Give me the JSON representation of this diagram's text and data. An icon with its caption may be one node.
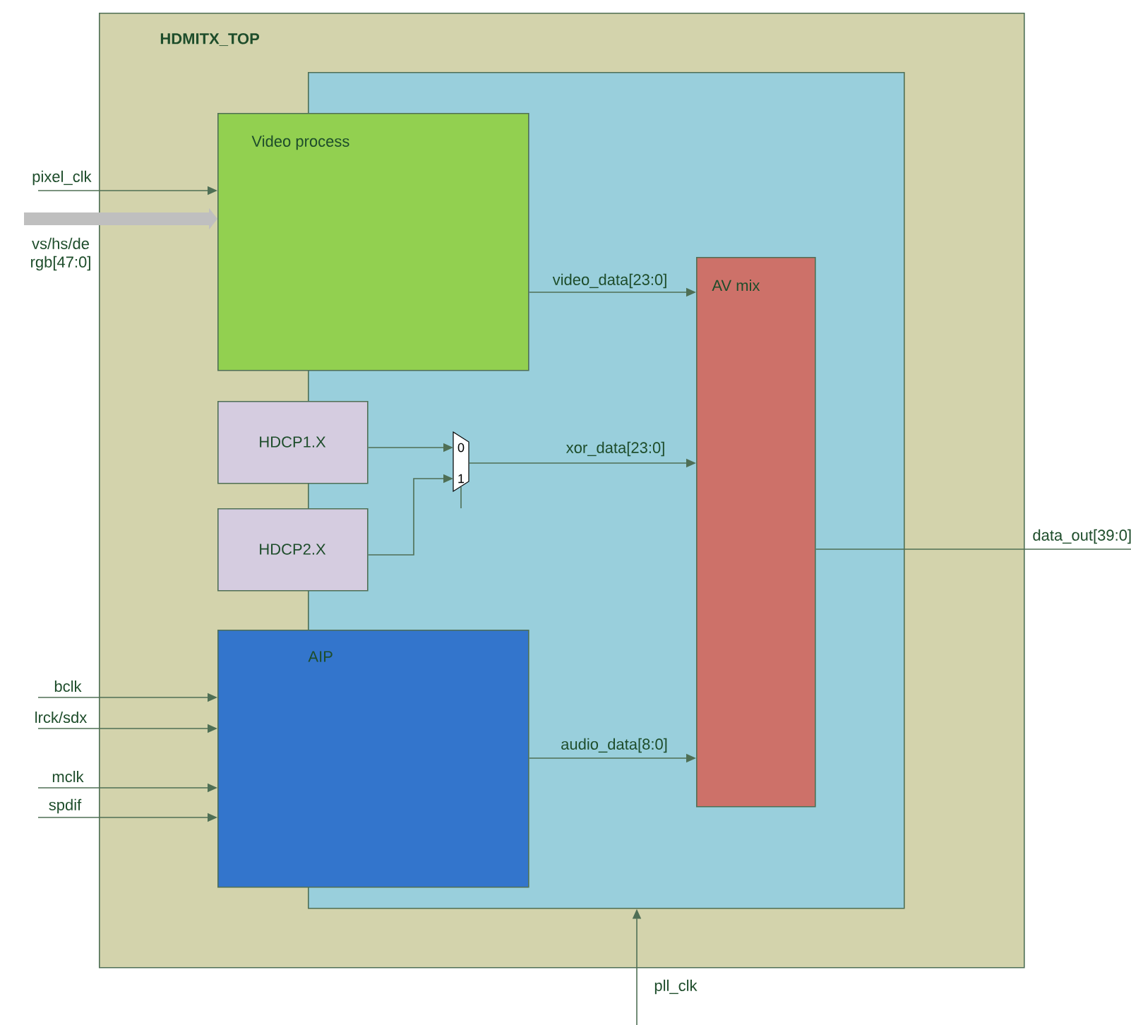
{
  "diagram": {
    "nodes": [
      {
        "text": [
          "HDMITX_TOP"
        ]
      },
      {
        "text": [],
        "shape": "box",
        "in": 0
      },
      {
        "text": [
          "Video process"
        ],
        "in": 0
      },
      {
        "text": [
          "HDCP1.X"
        ],
        "in": 0
      },
      {
        "text": [
          "HDCP2.X"
        ],
        "in": 0
      },
      {
        "text": [
          "0",
          "1"
        ],
        "in": 1
      },
      {
        "text": [
          "AIP"
        ],
        "in": 0
      },
      {
        "text": [
          "AV mix"
        ],
        "in": 1
      }
    ],
    "edges": [
      {
        "from": null,
        "to": 2,
        "arrow": "to",
        "label": "pixel_clk"
      },
      {
        "from": null,
        "to": 2,
        "arrow": "to",
        "label": "vs/hs/de rgb[47:0]",
        "style": "thick",
        "color": "#bfbfbf"
      },
      {
        "from": 2,
        "to": 7,
        "arrow": "to",
        "label": "video_data[23:0]"
      },
      {
        "from": 3,
        "to": 5,
        "arrow": "to"
      },
      {
        "from": 4,
        "to": 5,
        "arrow": "to"
      },
      {
        "from": 5,
        "to": 7,
        "arrow": "to",
        "label": "xor_data[23:0]"
      },
      {
        "from": null,
        "to": 6,
        "arrow": "to",
        "label": "bclk"
      },
      {
        "from": null,
        "to": 6,
        "arrow": "to",
        "label": "lrck/sdx"
      },
      {
        "from": null,
        "to": 6,
        "arrow": "to",
        "label": "mclk"
      },
      {
        "from": null,
        "to": 6,
        "arrow": "to",
        "label": "spdif"
      },
      {
        "from": 6,
        "to": 7,
        "arrow": "to",
        "label": "audio_data[8:0]"
      },
      {
        "from": 7,
        "to": null,
        "arrow": "none",
        "label": "data_out[39:0]"
      },
      {
        "from": null,
        "to": 1,
        "arrow": "to",
        "label": "pll_clk"
      }
    ]
  }
}
